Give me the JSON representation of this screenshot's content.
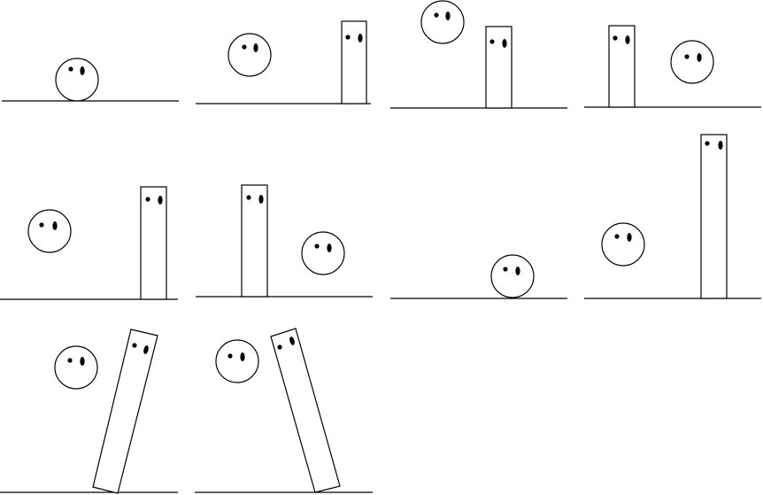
{
  "figure": {
    "panel_count": 10,
    "grid": {
      "columns": 4,
      "rows": 3
    },
    "line_color": "#000000",
    "fill_color": "#ffffff",
    "eye_color": "#000000",
    "panels": [
      {
        "index": 1,
        "characters": [
          "ball"
        ]
      },
      {
        "index": 2,
        "characters": [
          "ball",
          "short-block"
        ]
      },
      {
        "index": 3,
        "characters": [
          "ball",
          "short-block"
        ]
      },
      {
        "index": 4,
        "characters": [
          "short-block",
          "ball"
        ]
      },
      {
        "index": 5,
        "characters": [
          "ball",
          "tall-block"
        ]
      },
      {
        "index": 6,
        "characters": [
          "tall-block",
          "ball"
        ]
      },
      {
        "index": 7,
        "characters": [
          "ball"
        ]
      },
      {
        "index": 8,
        "characters": [
          "ball",
          "tall-block"
        ]
      },
      {
        "index": 9,
        "characters": [
          "ball",
          "tall-block-tilted"
        ]
      },
      {
        "index": 10,
        "characters": [
          "ball",
          "tall-block-tilted"
        ]
      }
    ]
  }
}
